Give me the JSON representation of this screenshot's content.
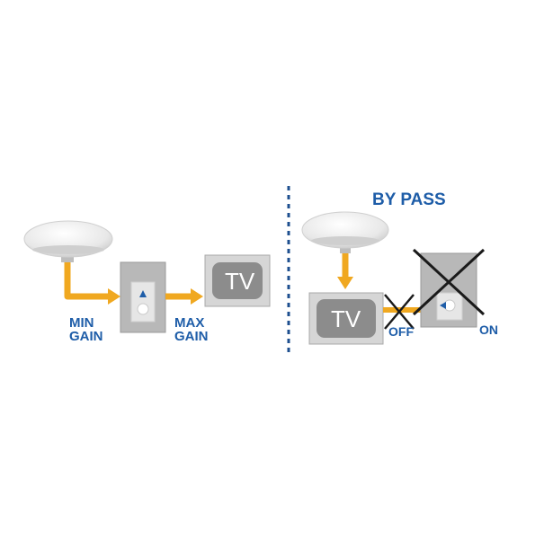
{
  "left_panel": {
    "min_gain": [
      "MIN",
      "GAIN"
    ],
    "max_gain": [
      "MAX",
      "GAIN"
    ],
    "tv_label": "TV"
  },
  "right_panel": {
    "title": "BY PASS",
    "tv_label": "TV",
    "off_label": "OFF",
    "on_label": "ON"
  },
  "colors": {
    "cable": "#f0a820",
    "label_blue": "#1e5da8",
    "box_gray": "#b8b8b8",
    "screen_gray": "#8c8c8c",
    "divider": "#1e4f8f",
    "cross": "#1a1a1a"
  },
  "icons": [
    "antenna-dome-icon",
    "amplifier-box-icon",
    "tv-icon",
    "arrow-icon",
    "cross-mark-icon"
  ]
}
